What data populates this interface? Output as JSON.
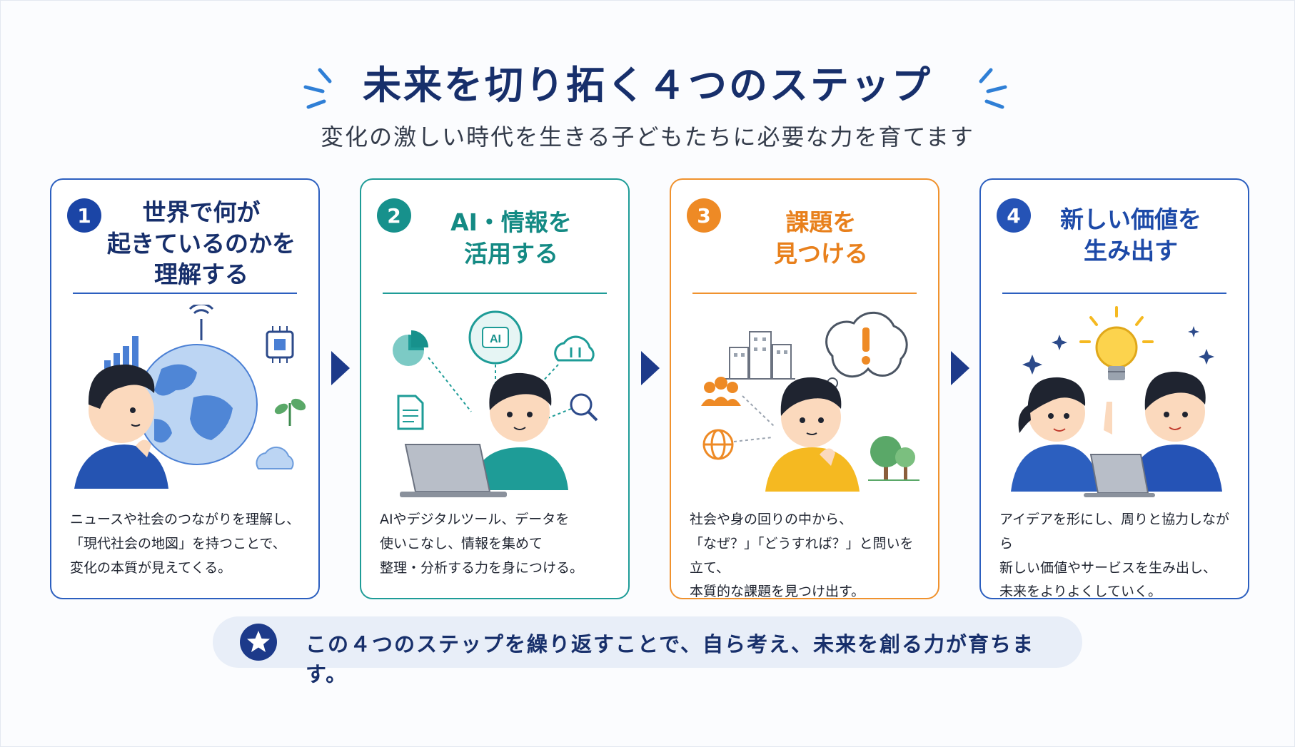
{
  "header": {
    "title": "未来を切り拓く４つのステップ",
    "subtitle": "変化の激しい時代を生きる子どもたちに必要な力を育てます"
  },
  "colors": {
    "navy": "#172f6b",
    "blue": "#2c5fbf",
    "teal": "#1e9c97",
    "orange": "#f0922e"
  },
  "steps": [
    {
      "number": "1",
      "title": "世界で何が\n起きているのかを\n理解する",
      "description": "ニュースや社会のつながりを理解し、\n「現代社会の地図」を持つことで、\n変化の本質が見えてくる。",
      "icons": [
        "bar-chart-icon",
        "globe-icon",
        "antenna-icon",
        "chip-icon",
        "sprout-icon",
        "cloud-icon",
        "thinking-boy"
      ]
    },
    {
      "number": "2",
      "title": "AI・情報を\n活用する",
      "description": "AIやデジタルツール、データを\n使いこなし、情報を集めて\n整理・分析する力を身につける。",
      "icons": [
        "pie-chart-icon",
        "ai-brain-icon",
        "cloud-sync-icon",
        "document-icon",
        "magnifier-icon",
        "laptop-boy"
      ]
    },
    {
      "number": "3",
      "title": "課題を\n見つける",
      "description": "社会や身の回りの中から、\n「なぜ？」「どうすれば？」と問いを立て、\n本質的な課題を見つけ出す。",
      "icons": [
        "buildings-icon",
        "thought-bubble-exclamation-icon",
        "people-group-icon",
        "globe-grid-icon",
        "trees-icon",
        "thinking-boy"
      ]
    },
    {
      "number": "4",
      "title": "新しい価値を\n生み出す",
      "description": "アイデアを形にし、周りと協力しながら\n新しい価値やサービスを生み出し、\n未来をよりよくしていく。",
      "icons": [
        "lightbulb-icon",
        "sparkle-icon",
        "girl-and-boy-with-laptop"
      ]
    }
  ],
  "footer": {
    "text": "この４つのステップを繰り返すことで、自ら考え、未来を創る力が育ちます。",
    "icon": "star-icon"
  }
}
